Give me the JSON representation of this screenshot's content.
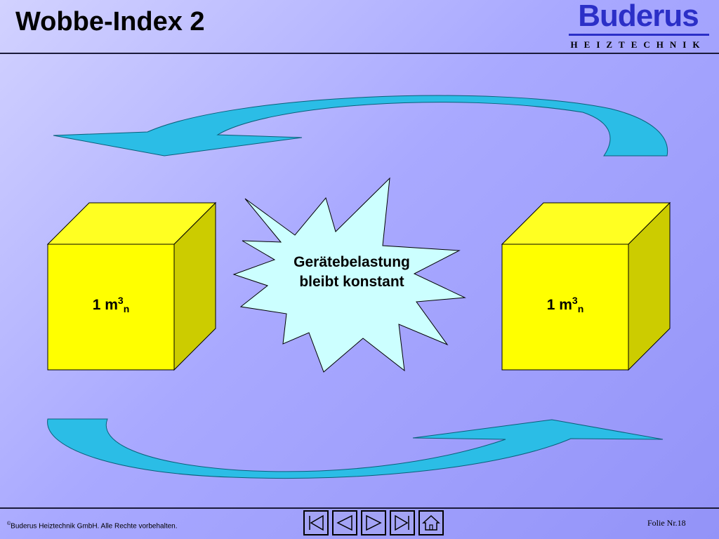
{
  "slide": {
    "title": "Wobbe-Index 2"
  },
  "logo": {
    "name": "Buderus",
    "subtitle": "HEIZTECHNIK"
  },
  "cubes": {
    "left": {
      "main": "1 m",
      "sup": "3",
      "sub": "n"
    },
    "right": {
      "main": "1 m",
      "sup": "3",
      "sub": "n"
    }
  },
  "burst": {
    "line1": "Gerätebelastung",
    "line2": "bleibt konstant"
  },
  "footer": {
    "copyright_symbol": "©",
    "copyright_text": "Buderus Heiztechnik GmbH. Alle Rechte vorbehalten.",
    "slide_number": "Folie Nr.18"
  },
  "nav": {
    "buttons": [
      "first-slide-icon",
      "previous-slide-icon",
      "next-slide-icon",
      "last-slide-icon",
      "home-icon"
    ]
  },
  "colors": {
    "cube_front": "#ffff00",
    "cube_side": "#cccc00",
    "arrow": "#2bbde6",
    "burst_fill": "#ccffff",
    "logo_blue": "#2b2fc7"
  }
}
